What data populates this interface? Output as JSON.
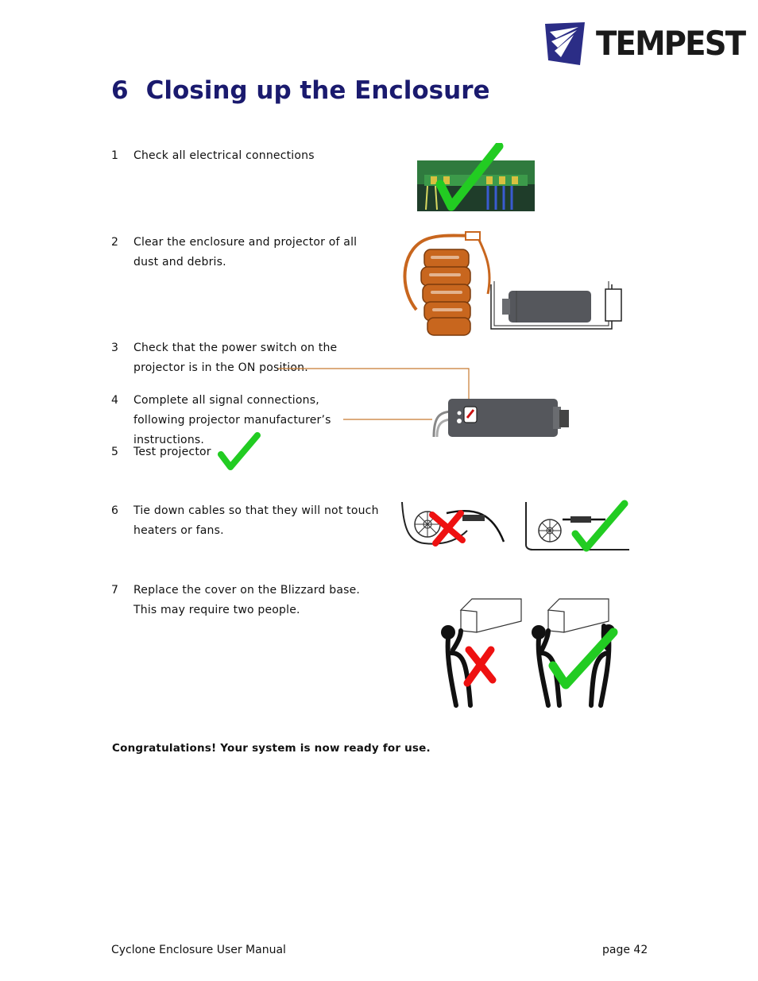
{
  "header": {
    "brand": "TEMPEST",
    "logo_icon": "tempest-logo-icon"
  },
  "section": {
    "number": "6",
    "title": "Closing up the Enclosure"
  },
  "steps": [
    {
      "num": "1",
      "text": "Check all electrical connections"
    },
    {
      "num": "2",
      "text": "Clear the enclosure and projector of all dust and debris."
    },
    {
      "num": "3",
      "text": "Check that the power switch on the projector is in the ON position."
    },
    {
      "num": "4",
      "text": "Complete all signal connections, following projector manufacturer’s instructions."
    },
    {
      "num": "5",
      "text": "Test projector"
    },
    {
      "num": "6",
      "text": "Tie down cables so that they will not touch heaters or fans."
    },
    {
      "num": "7",
      "text": "Replace the cover on the Blizzard base. This may require two people."
    }
  ],
  "congrats": "Congratulations! Your system is now ready for use.",
  "footer": {
    "manual": "Cyclone Enclosure User Manual",
    "page": "page 42"
  },
  "colors": {
    "title": "#1a1a6e",
    "check": "#22cc22",
    "cross": "#ee1111",
    "vacuum": "#c8661e",
    "callout": "#c87a30"
  }
}
